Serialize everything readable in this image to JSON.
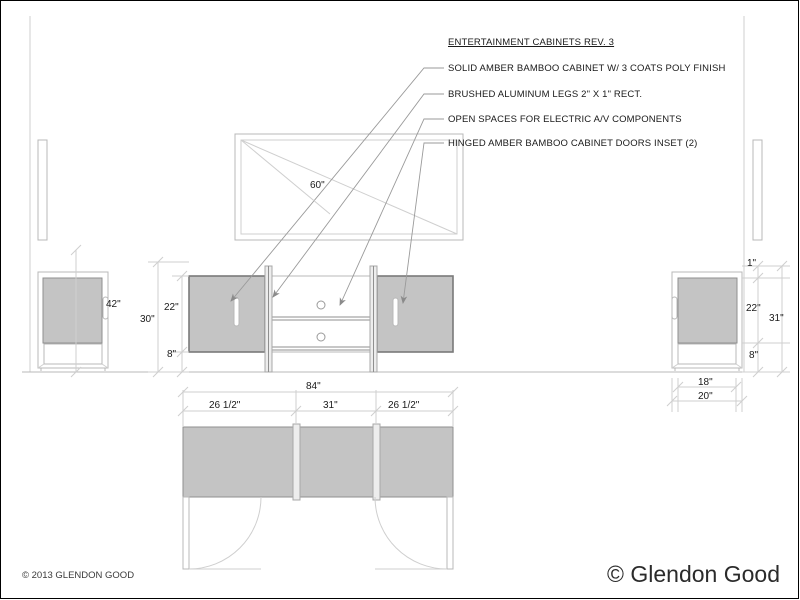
{
  "sheet": {
    "title": "ENTERTAINMENT CABINETS REV. 3",
    "background": "#ffffff",
    "border_color": "#000000",
    "line_color": "#b0b0b0",
    "dark_line_color": "#8a8a8a",
    "fill_color": "#c4c4c4",
    "text_color": "#1a1a1a"
  },
  "notes": [
    {
      "text": "SOLID AMBER BAMBOO CABINET W/ 3 COATS POLY FINISH"
    },
    {
      "text": "BRUSHED ALUMINUM LEGS  2\" X 1\"  RECT."
    },
    {
      "text": "OPEN SPACES FOR ELECTRIC A/V COMPONENTS"
    },
    {
      "text": "HINGED AMBER BAMBOO CABINET DOORS INSET (2)"
    }
  ],
  "dimensions": {
    "tv_diagonal": "60\"",
    "wall_height_left": "42\"",
    "center_overall_height": "30\"",
    "center_cabinet_height": "22\"",
    "center_leg_height": "8\"",
    "side_top_gap": "1\"",
    "side_cabinet_height": "22\"",
    "side_overall_height": "31\"",
    "side_leg_height": "8\"",
    "side_inner_width": "18\"",
    "side_outer_width": "20\"",
    "plan_overall_width": "84\"",
    "plan_left_section": "26 1/2\"",
    "plan_center_section": "31\"",
    "plan_right_section": "26 1/2\""
  },
  "footer": {
    "copyright": "© 2013 GLENDON GOOD",
    "watermark": "© Glendon Good"
  }
}
